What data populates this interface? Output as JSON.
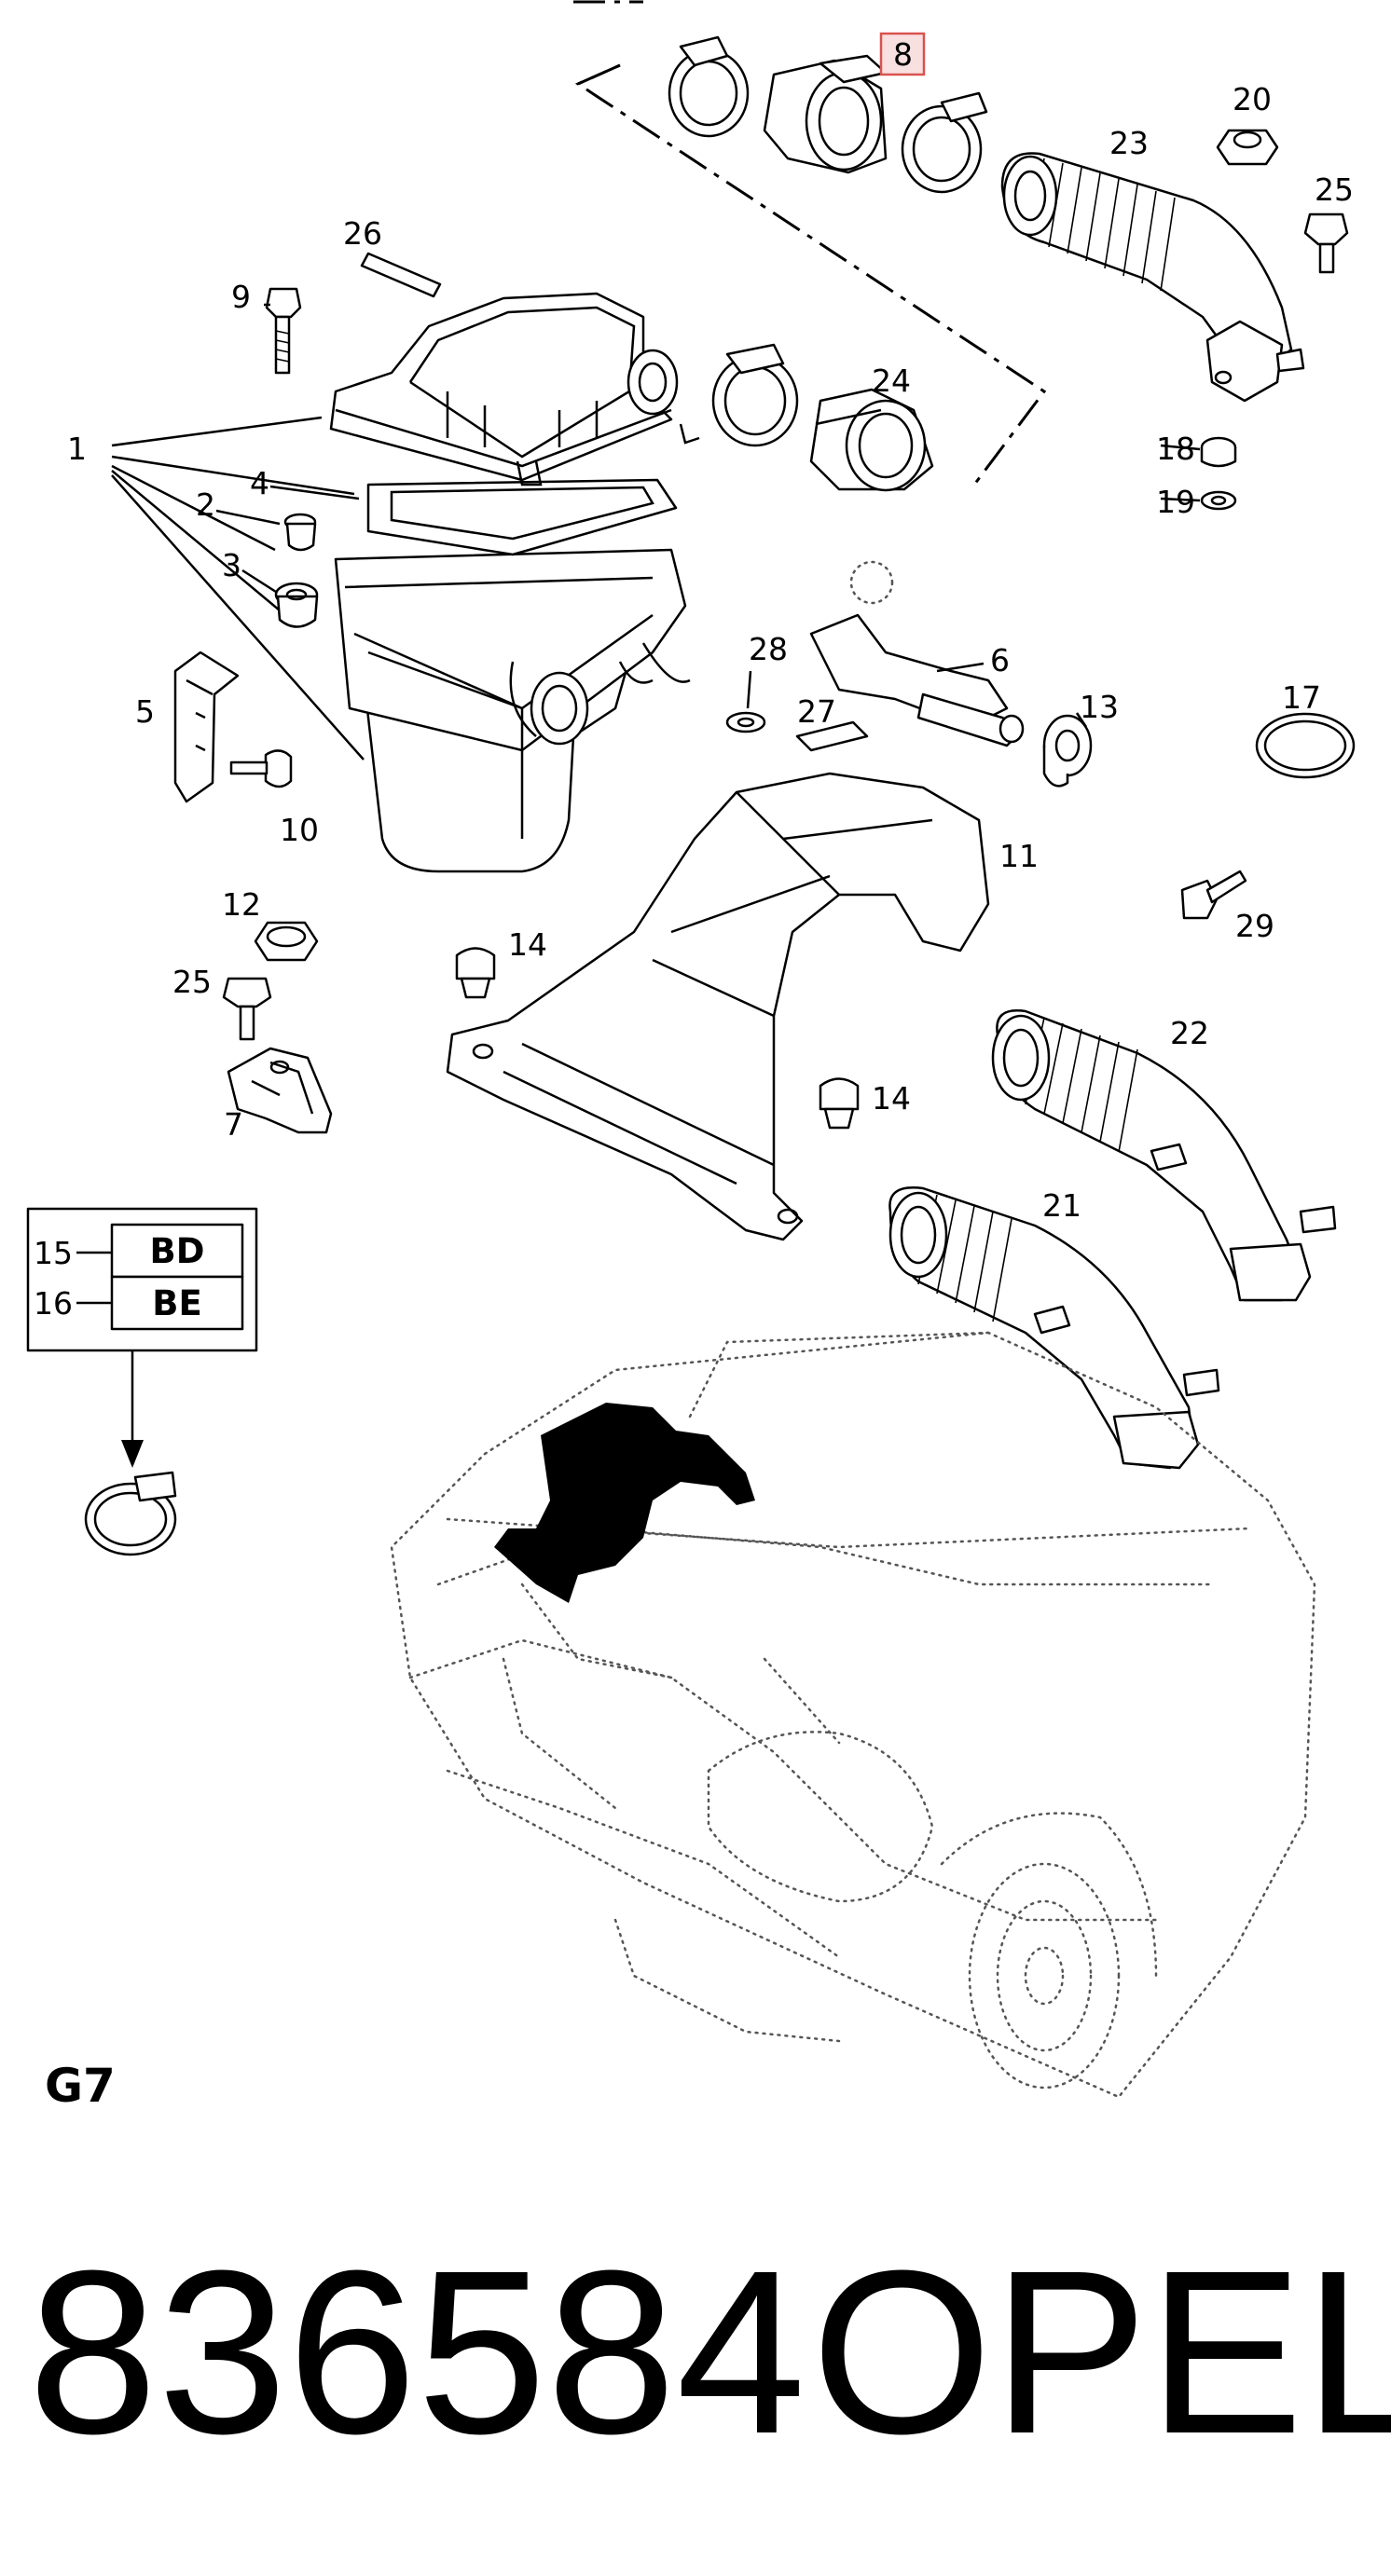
{
  "labels": {
    "n1": "1",
    "n2": "2",
    "n3": "3",
    "n4": "4",
    "n5": "5",
    "n6": "6",
    "n7": "7",
    "n8": "8",
    "n9": "9",
    "n10": "10",
    "n11": "11",
    "n12": "12",
    "n13": "13",
    "n14a": "14",
    "n14b": "14",
    "n15": "15",
    "n16": "16",
    "n17": "17",
    "n18": "18",
    "n19": "19",
    "n20": "20",
    "n21": "21",
    "n22": "22",
    "n23": "23",
    "n24": "24",
    "n25a": "25",
    "n25b": "25",
    "n26": "26",
    "n27": "27",
    "n28": "28",
    "n29": "29"
  },
  "clamp_box": {
    "code_15": "BD",
    "code_16": "BE"
  },
  "section_code": "G7",
  "part_number": "836584",
  "brand": "OPEL",
  "colors": {
    "ink": "#000000",
    "highlight_fill": "#f9e0e0",
    "highlight_stroke": "#d9534f"
  }
}
